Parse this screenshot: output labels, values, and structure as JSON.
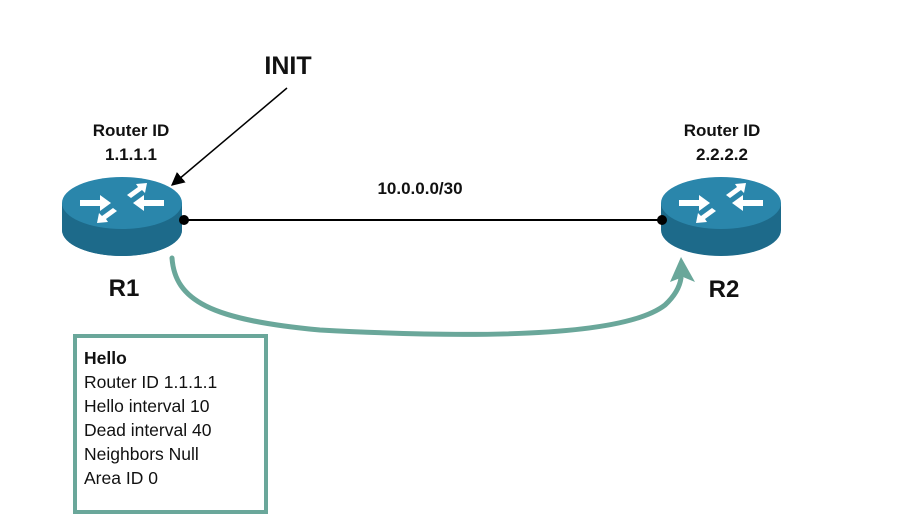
{
  "state_label": "INIT",
  "link": {
    "subnet": "10.0.0.0/30"
  },
  "routers": [
    {
      "name": "R1",
      "id_label": "Router ID",
      "id": "1.1.1.1"
    },
    {
      "name": "R2",
      "id_label": "Router ID",
      "id": "2.2.2.2"
    }
  ],
  "hello_packet": {
    "title": "Hello",
    "lines": [
      "Router ID 1.1.1.1",
      "Hello interval 10",
      "Dead interval 40",
      "Neighbors Null",
      "Area ID 0"
    ]
  },
  "colors": {
    "router_body": "#1d6a8a",
    "router_top": "#2a86ab",
    "arrow_path": "#6aa79a",
    "link_line": "#000000"
  },
  "icons": {
    "router": "router-icon",
    "annotation_arrow": "arrow-icon"
  }
}
